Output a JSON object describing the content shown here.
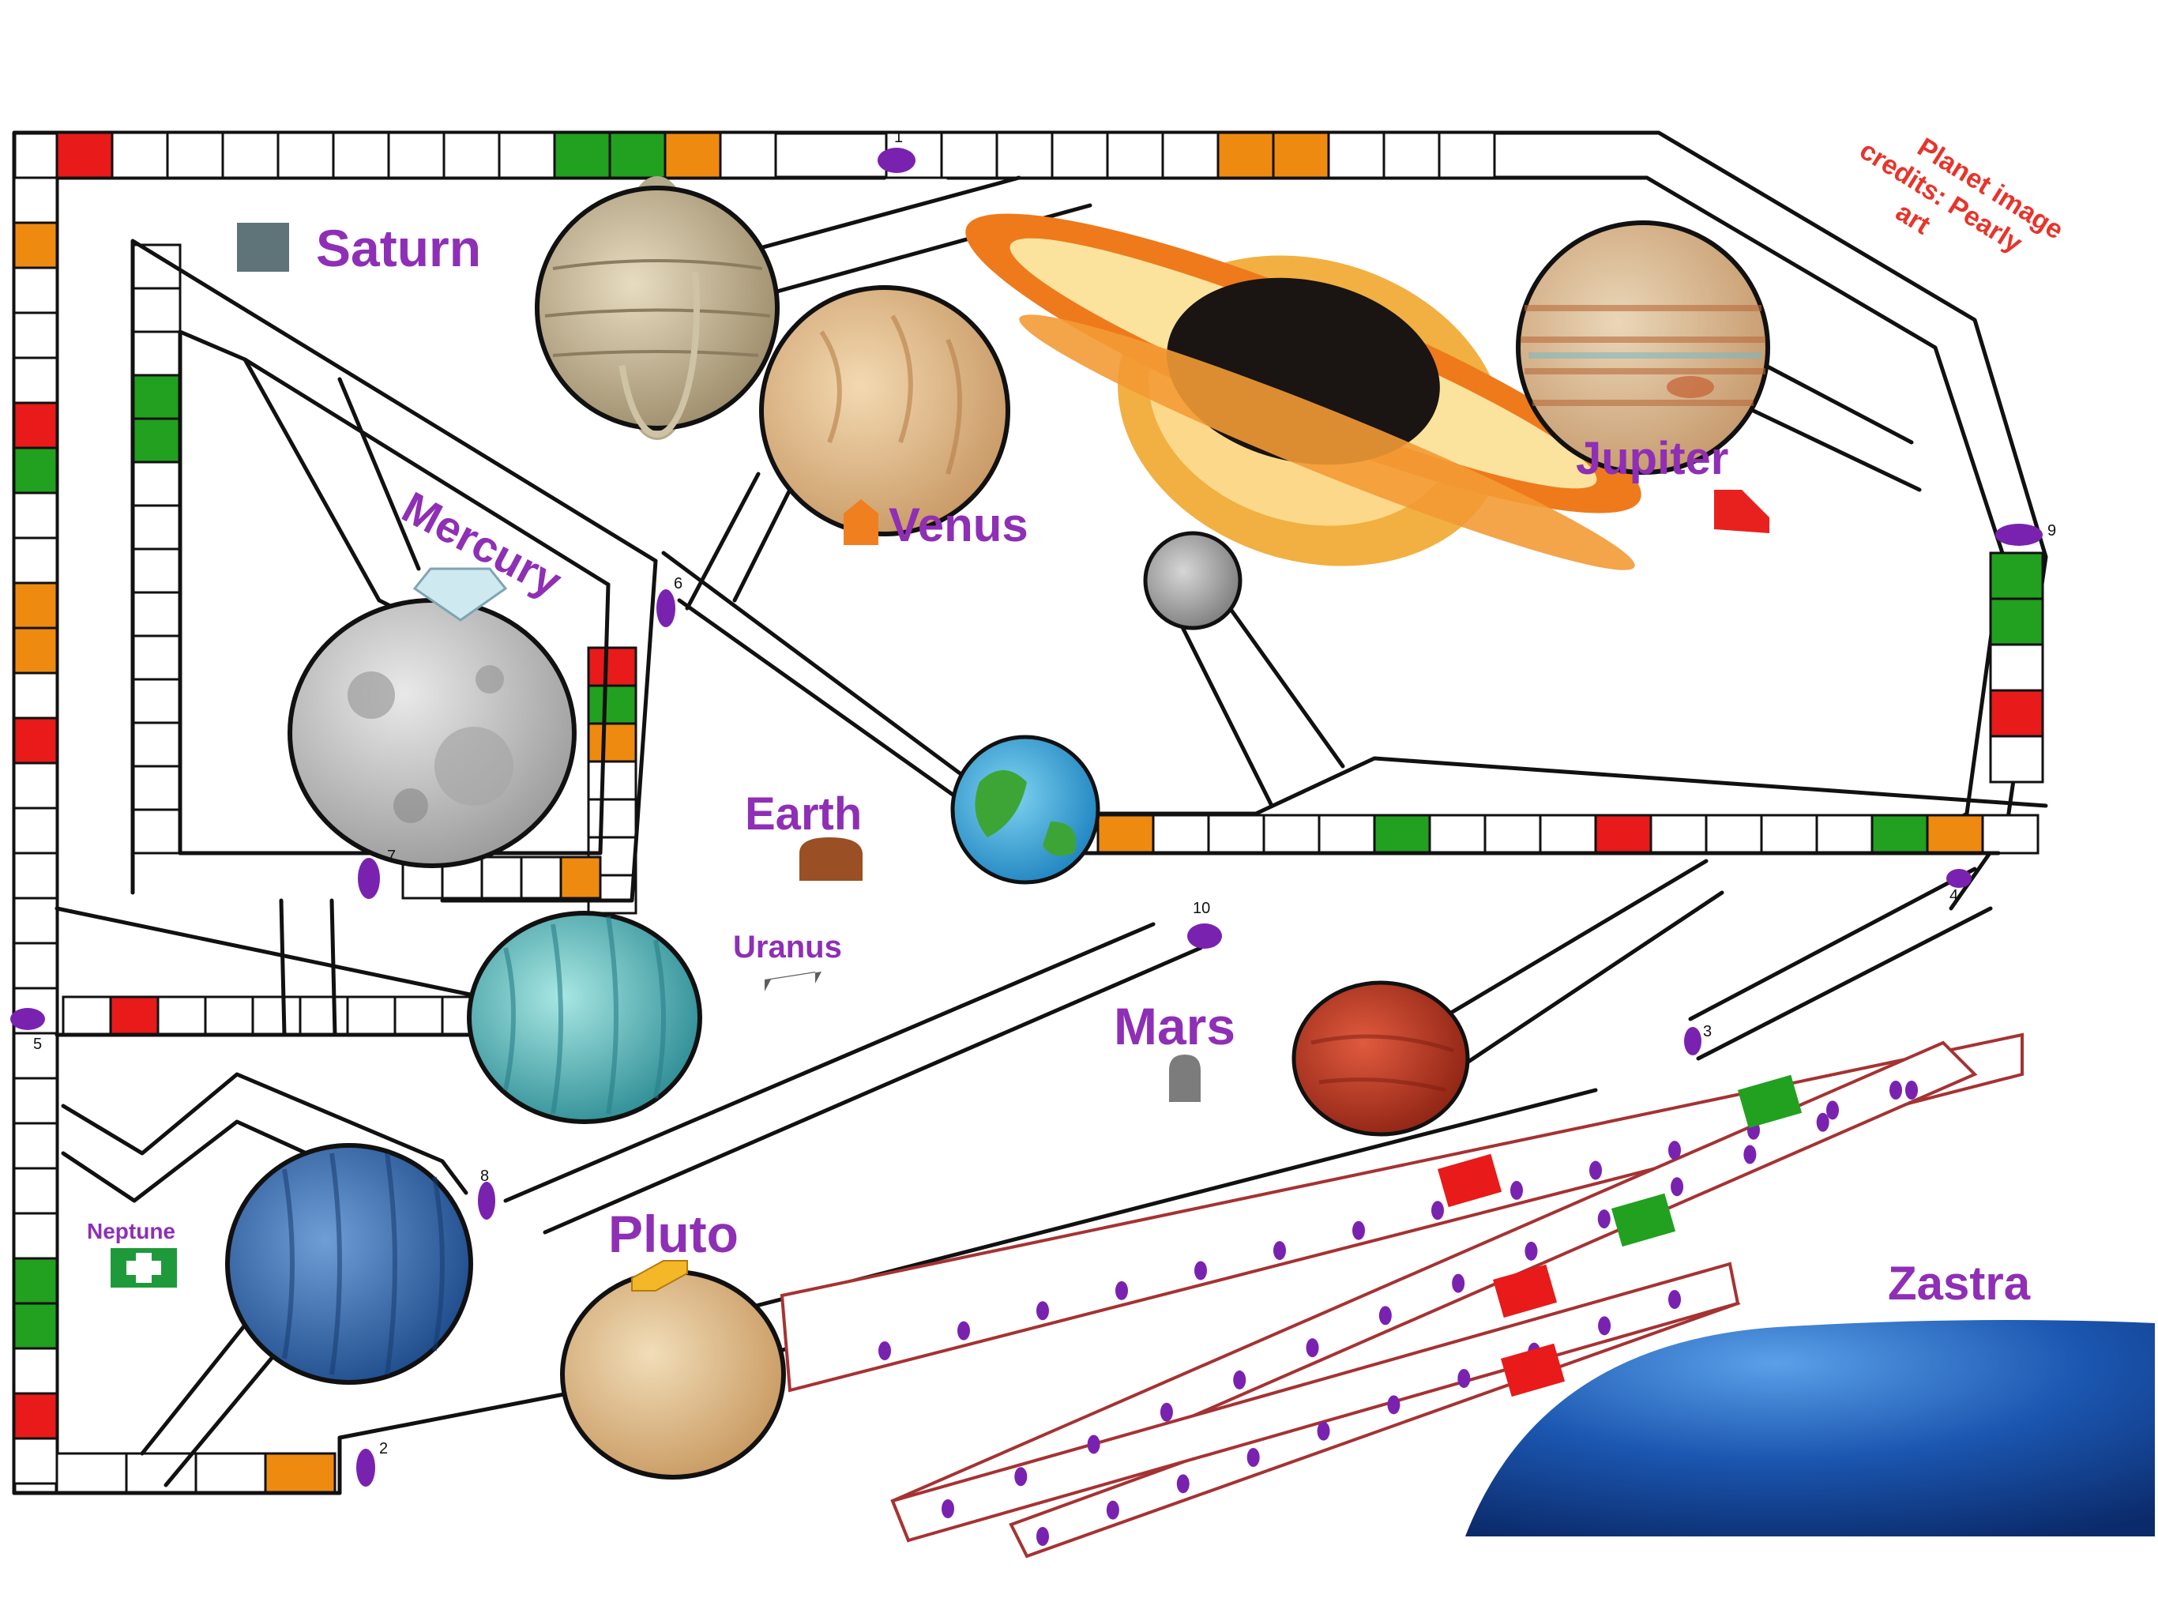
{
  "board": {
    "credit_lines": [
      "Planet image",
      "credits: Pearly",
      "art"
    ],
    "colors": {
      "red": "#e81a1a",
      "green": "#22a020",
      "orange": "#ef8a10",
      "purple": "#7a22b0",
      "label_purple": "#8e2fb5",
      "credit_red": "#e8342a",
      "track_red": "#a63232"
    }
  },
  "planets": [
    {
      "id": "saturn",
      "label": "Saturn",
      "token_icon": "rectangle-block-icon"
    },
    {
      "id": "venus",
      "label": "Venus",
      "token_icon": "house-block-icon"
    },
    {
      "id": "jupiter",
      "label": "Jupiter",
      "token_icon": "red-wedge-icon"
    },
    {
      "id": "mercury",
      "label": "Mercury",
      "token_icon": "diamond-icon"
    },
    {
      "id": "earth",
      "label": "Earth",
      "token_icon": "bread-loaf-icon"
    },
    {
      "id": "uranus",
      "label": "Uranus",
      "token_icon": "grey-block-icon"
    },
    {
      "id": "mars",
      "label": "Mars",
      "token_icon": "tombstone-icon"
    },
    {
      "id": "neptune",
      "label": "Neptune",
      "token_icon": "first-aid-icon"
    },
    {
      "id": "pluto",
      "label": "Pluto",
      "token_icon": "cheese-block-icon"
    },
    {
      "id": "zastra",
      "label": "Zastra",
      "token_icon": ""
    }
  ],
  "portal_numbers": [
    "1",
    "2",
    "3",
    "4",
    "5",
    "6",
    "7",
    "8",
    "9",
    "10"
  ]
}
